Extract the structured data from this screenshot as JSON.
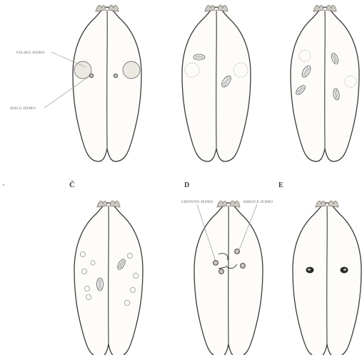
{
  "panel_letters": [
    "Č",
    "D",
    "E"
  ],
  "labels": {
    "macronucleus": "VELIKO JEDRO",
    "micronucleus": "MALO JEDRO",
    "new_macronucleus": "GROWNO JEDRO",
    "new_micronucleus": "ABROCE JEDRO"
  },
  "colors": {
    "outline": "#3a3a3a",
    "background": "#ffffff",
    "cell_fill": "#fdfcf9",
    "tuft": "#cfcbc4"
  },
  "icons": [
    "paramecium-pair-outline",
    "macronucleus-circle",
    "micronucleus-dot",
    "meiotic-spindle",
    "nucleus-fragment"
  ]
}
